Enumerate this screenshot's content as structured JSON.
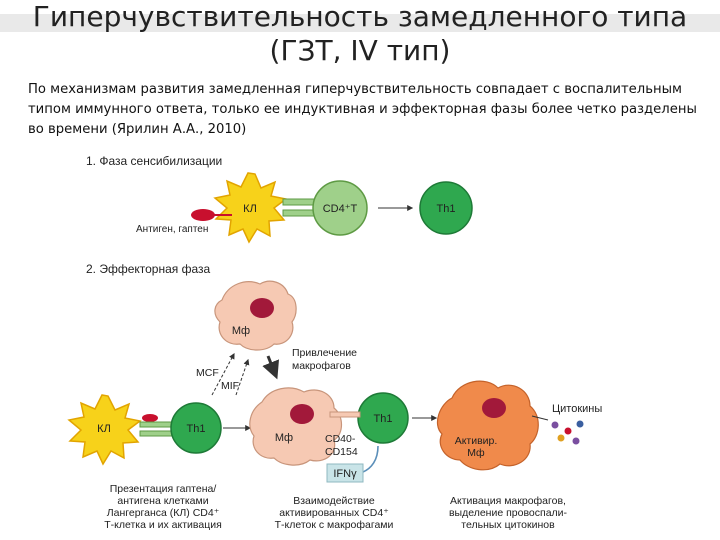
{
  "slide": {
    "title_line1": "Гиперчувствительность замедленного типа",
    "title_line2": "(ГЗТ, IV тип)",
    "intro": "По механизмам развития замедленная гиперчувствительность совпадает с воспалительным типом иммунного ответа, только ее индуктивная и эффекторная фазы более четко разделены во времени (Ярилин А.А., 2010)"
  },
  "diagram": {
    "phase1_title": "1. Фаза сенсибилизации",
    "phase2_title": "2. Эффекторная фаза",
    "cells": {
      "kl": "КЛ",
      "cd4t": "CD4⁺T",
      "th1": "Th1",
      "mf": "Мф",
      "activated_mf_line1": "Активир.",
      "activated_mf_line2": "Мф"
    },
    "antigen_label": "Антиген, гаптен",
    "mcf": "MCF",
    "mif": "MIF",
    "recruitment_line1": "Привлечение",
    "recruitment_line2": "макрофагов",
    "cd40": "CD40-",
    "cd154": "CD154",
    "ifn": "IFNγ",
    "cytokines": "Цитокины",
    "caption_left": [
      "Презентация гаптена/",
      "антигена клетками",
      "Лангерганса (КЛ) CD4⁺",
      "Т-клетка и их активация"
    ],
    "caption_mid": [
      "Взаимодействие",
      "активированных CD4⁺",
      "Т-клеток с макрофагами"
    ],
    "caption_right": [
      "Активация макрофагов,",
      "выделение провоспали-",
      "тельных цитокинов"
    ],
    "colors": {
      "kl_star": "#f7d21a",
      "kl_star_stroke": "#e2a400",
      "cd4t_cell": "#9fd08a",
      "th1_cell": "#2fa84f",
      "macrophage": "#f6c9b3",
      "nucleus": "#a2193a",
      "activated_mf": "#f08a4b",
      "antigen": "#c8102e",
      "ifn_box": "#c9e4e8"
    }
  }
}
